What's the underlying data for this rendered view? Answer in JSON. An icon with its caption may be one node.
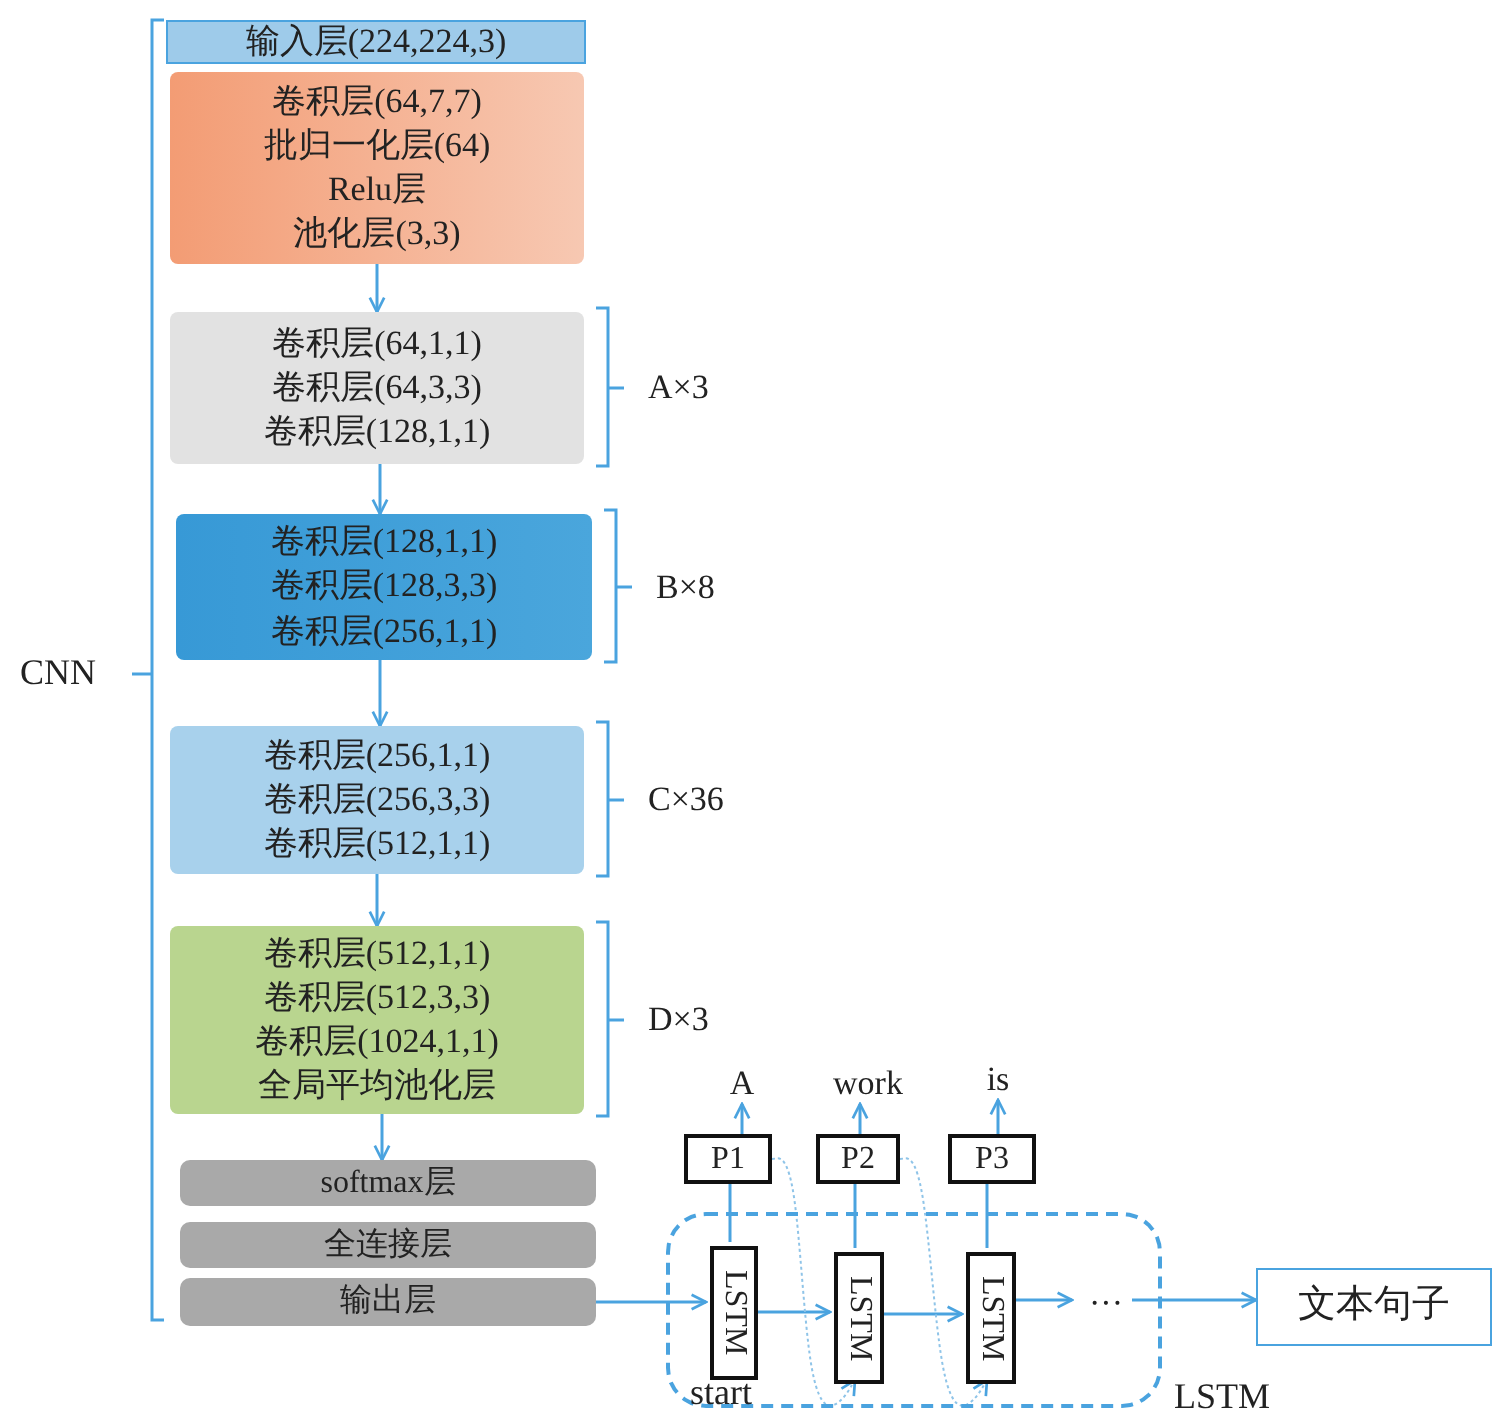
{
  "diagram": {
    "nodes": [
      {
        "text": [
          "输入层(224,224,3)"
        ]
      },
      {
        "text": [
          "卷积层(64,7,7)",
          "批归一化层(64)",
          "Relu层",
          "池化层(3,3)"
        ]
      },
      {
        "text": [
          "卷积层(64,1,1)",
          "卷积层(64,3,3)",
          "卷积层(128,1,1)"
        ],
        "beside": [
          "A×3"
        ]
      },
      {
        "text": [
          "卷积层(128,1,1)",
          "卷积层(128,3,3)",
          "卷积层(256,1,1)"
        ],
        "beside": [
          "B×8"
        ]
      },
      {
        "text": [
          "卷积层(256,1,1)",
          "卷积层(256,3,3)",
          "卷积层(512,1,1)"
        ],
        "beside": [
          "C×36"
        ]
      },
      {
        "text": [
          "卷积层(512,1,1)",
          "卷积层(512,3,3)",
          "卷积层(1024,1,1)",
          "全局平均池化层"
        ],
        "beside": [
          "D×3"
        ]
      },
      {
        "text": [
          "softmax层"
        ]
      },
      {
        "text": [
          "全连接层"
        ]
      },
      {
        "text": [
          "输出层"
        ]
      },
      {
        "text": [
          "LSTM"
        ]
      },
      {
        "text": [
          "LSTM"
        ],
        "in": 9
      },
      {
        "text": [
          "LSTM"
        ],
        "in": 9
      },
      {
        "text": [
          "LSTM"
        ],
        "in": 9
      },
      {
        "text": [
          "P1"
        ]
      },
      {
        "text": [
          "P2"
        ]
      },
      {
        "text": [
          "P3"
        ]
      },
      {
        "text": [
          "A"
        ]
      },
      {
        "text": [
          "work"
        ]
      },
      {
        "text": [
          "is"
        ]
      },
      {
        "text": [
          "···"
        ],
        "in": 9
      },
      {
        "text": [
          "文本句子"
        ]
      }
    ],
    "edges": [
      {
        "from": 1,
        "to": 2,
        "arrow": "to"
      },
      {
        "from": 2,
        "to": 3,
        "arrow": "to"
      },
      {
        "from": 3,
        "to": 4,
        "arrow": "to"
      },
      {
        "from": 4,
        "to": 5,
        "arrow": "to"
      },
      {
        "from": 5,
        "to": 6,
        "arrow": "to"
      },
      {
        "from": 8,
        "to": 10,
        "arrow": "to"
      },
      {
        "from": 10,
        "to": 11,
        "arrow": "to"
      },
      {
        "from": 11,
        "to": 12,
        "arrow": "to"
      },
      {
        "from": 12,
        "to": 19,
        "arrow": "to"
      },
      {
        "from": 19,
        "to": 20,
        "arrow": "to"
      },
      {
        "from": 10,
        "to": 13,
        "arrow": "none"
      },
      {
        "from": 11,
        "to": 14,
        "arrow": "none"
      },
      {
        "from": 12,
        "to": 15,
        "arrow": "none"
      },
      {
        "from": 13,
        "to": 16,
        "arrow": "to"
      },
      {
        "from": 14,
        "to": 17,
        "arrow": "to"
      },
      {
        "from": 15,
        "to": 18,
        "arrow": "to"
      },
      {
        "from": 13,
        "to": 11,
        "arrow": "to",
        "style": "dashed"
      },
      {
        "from": 14,
        "to": 12,
        "arrow": "to",
        "style": "dashed"
      }
    ],
    "labels": [
      "CNN",
      "start"
    ]
  }
}
